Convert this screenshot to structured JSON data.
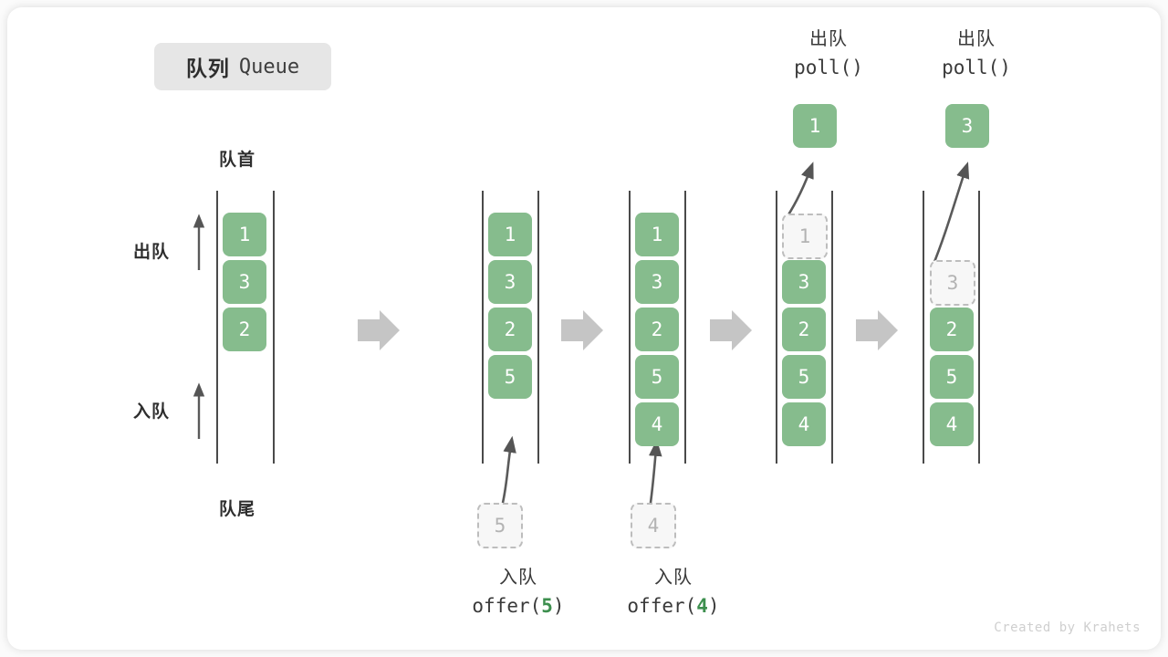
{
  "title": {
    "cn": "队列",
    "en": "Queue"
  },
  "labels": {
    "head": "队首",
    "tail": "队尾",
    "dequeue": "出队",
    "enqueue": "入队"
  },
  "watermark": "Created by Krahets",
  "colors": {
    "cell_green": "#86bc8d",
    "ghost_fill": "#f7f7f7",
    "ghost_border": "#bdbdbd",
    "rail": "#4a4a4a",
    "transition_arrow": "#c5c5c5",
    "badge_bg": "#e6e6e6",
    "accent_green_text": "#3d8f4e"
  },
  "columns": [
    {
      "id": "state-initial",
      "cells": [
        "1",
        "3",
        "2"
      ],
      "ghost": null,
      "popped": null,
      "caption": null
    },
    {
      "id": "state-after-offer-5",
      "cells": [
        "1",
        "3",
        "2",
        "5"
      ],
      "ghost": {
        "value": "5",
        "position": "below"
      },
      "popped": null,
      "caption": {
        "cn": "入队",
        "fn": "offer(",
        "arg": "5",
        "fn_close": ")"
      }
    },
    {
      "id": "state-after-offer-4",
      "cells": [
        "1",
        "3",
        "2",
        "5",
        "4"
      ],
      "ghost": {
        "value": "4",
        "position": "below"
      },
      "popped": null,
      "caption": {
        "cn": "入队",
        "fn": "offer(",
        "arg": "4",
        "fn_close": ")"
      }
    },
    {
      "id": "state-after-poll-1",
      "cells": [
        "3",
        "2",
        "5",
        "4"
      ],
      "ghost": {
        "value": "1",
        "position": "slot-0"
      },
      "popped": {
        "value": "1"
      },
      "caption": {
        "cn": "出队",
        "fn": "poll(",
        "arg": "",
        "fn_close": ")"
      }
    },
    {
      "id": "state-after-poll-3",
      "cells": [
        "2",
        "5",
        "4"
      ],
      "ghost": {
        "value": "3",
        "position": "slot-1"
      },
      "popped": {
        "value": "3"
      },
      "caption": {
        "cn": "出队",
        "fn": "poll(",
        "arg": "",
        "fn_close": ")"
      }
    }
  ],
  "transition_arrows": [
    {
      "from": "state-initial",
      "to": "state-after-offer-5"
    },
    {
      "from": "state-after-offer-5",
      "to": "state-after-offer-4"
    },
    {
      "from": "state-after-offer-4",
      "to": "state-after-poll-1"
    },
    {
      "from": "state-after-poll-1",
      "to": "state-after-poll-3"
    }
  ]
}
